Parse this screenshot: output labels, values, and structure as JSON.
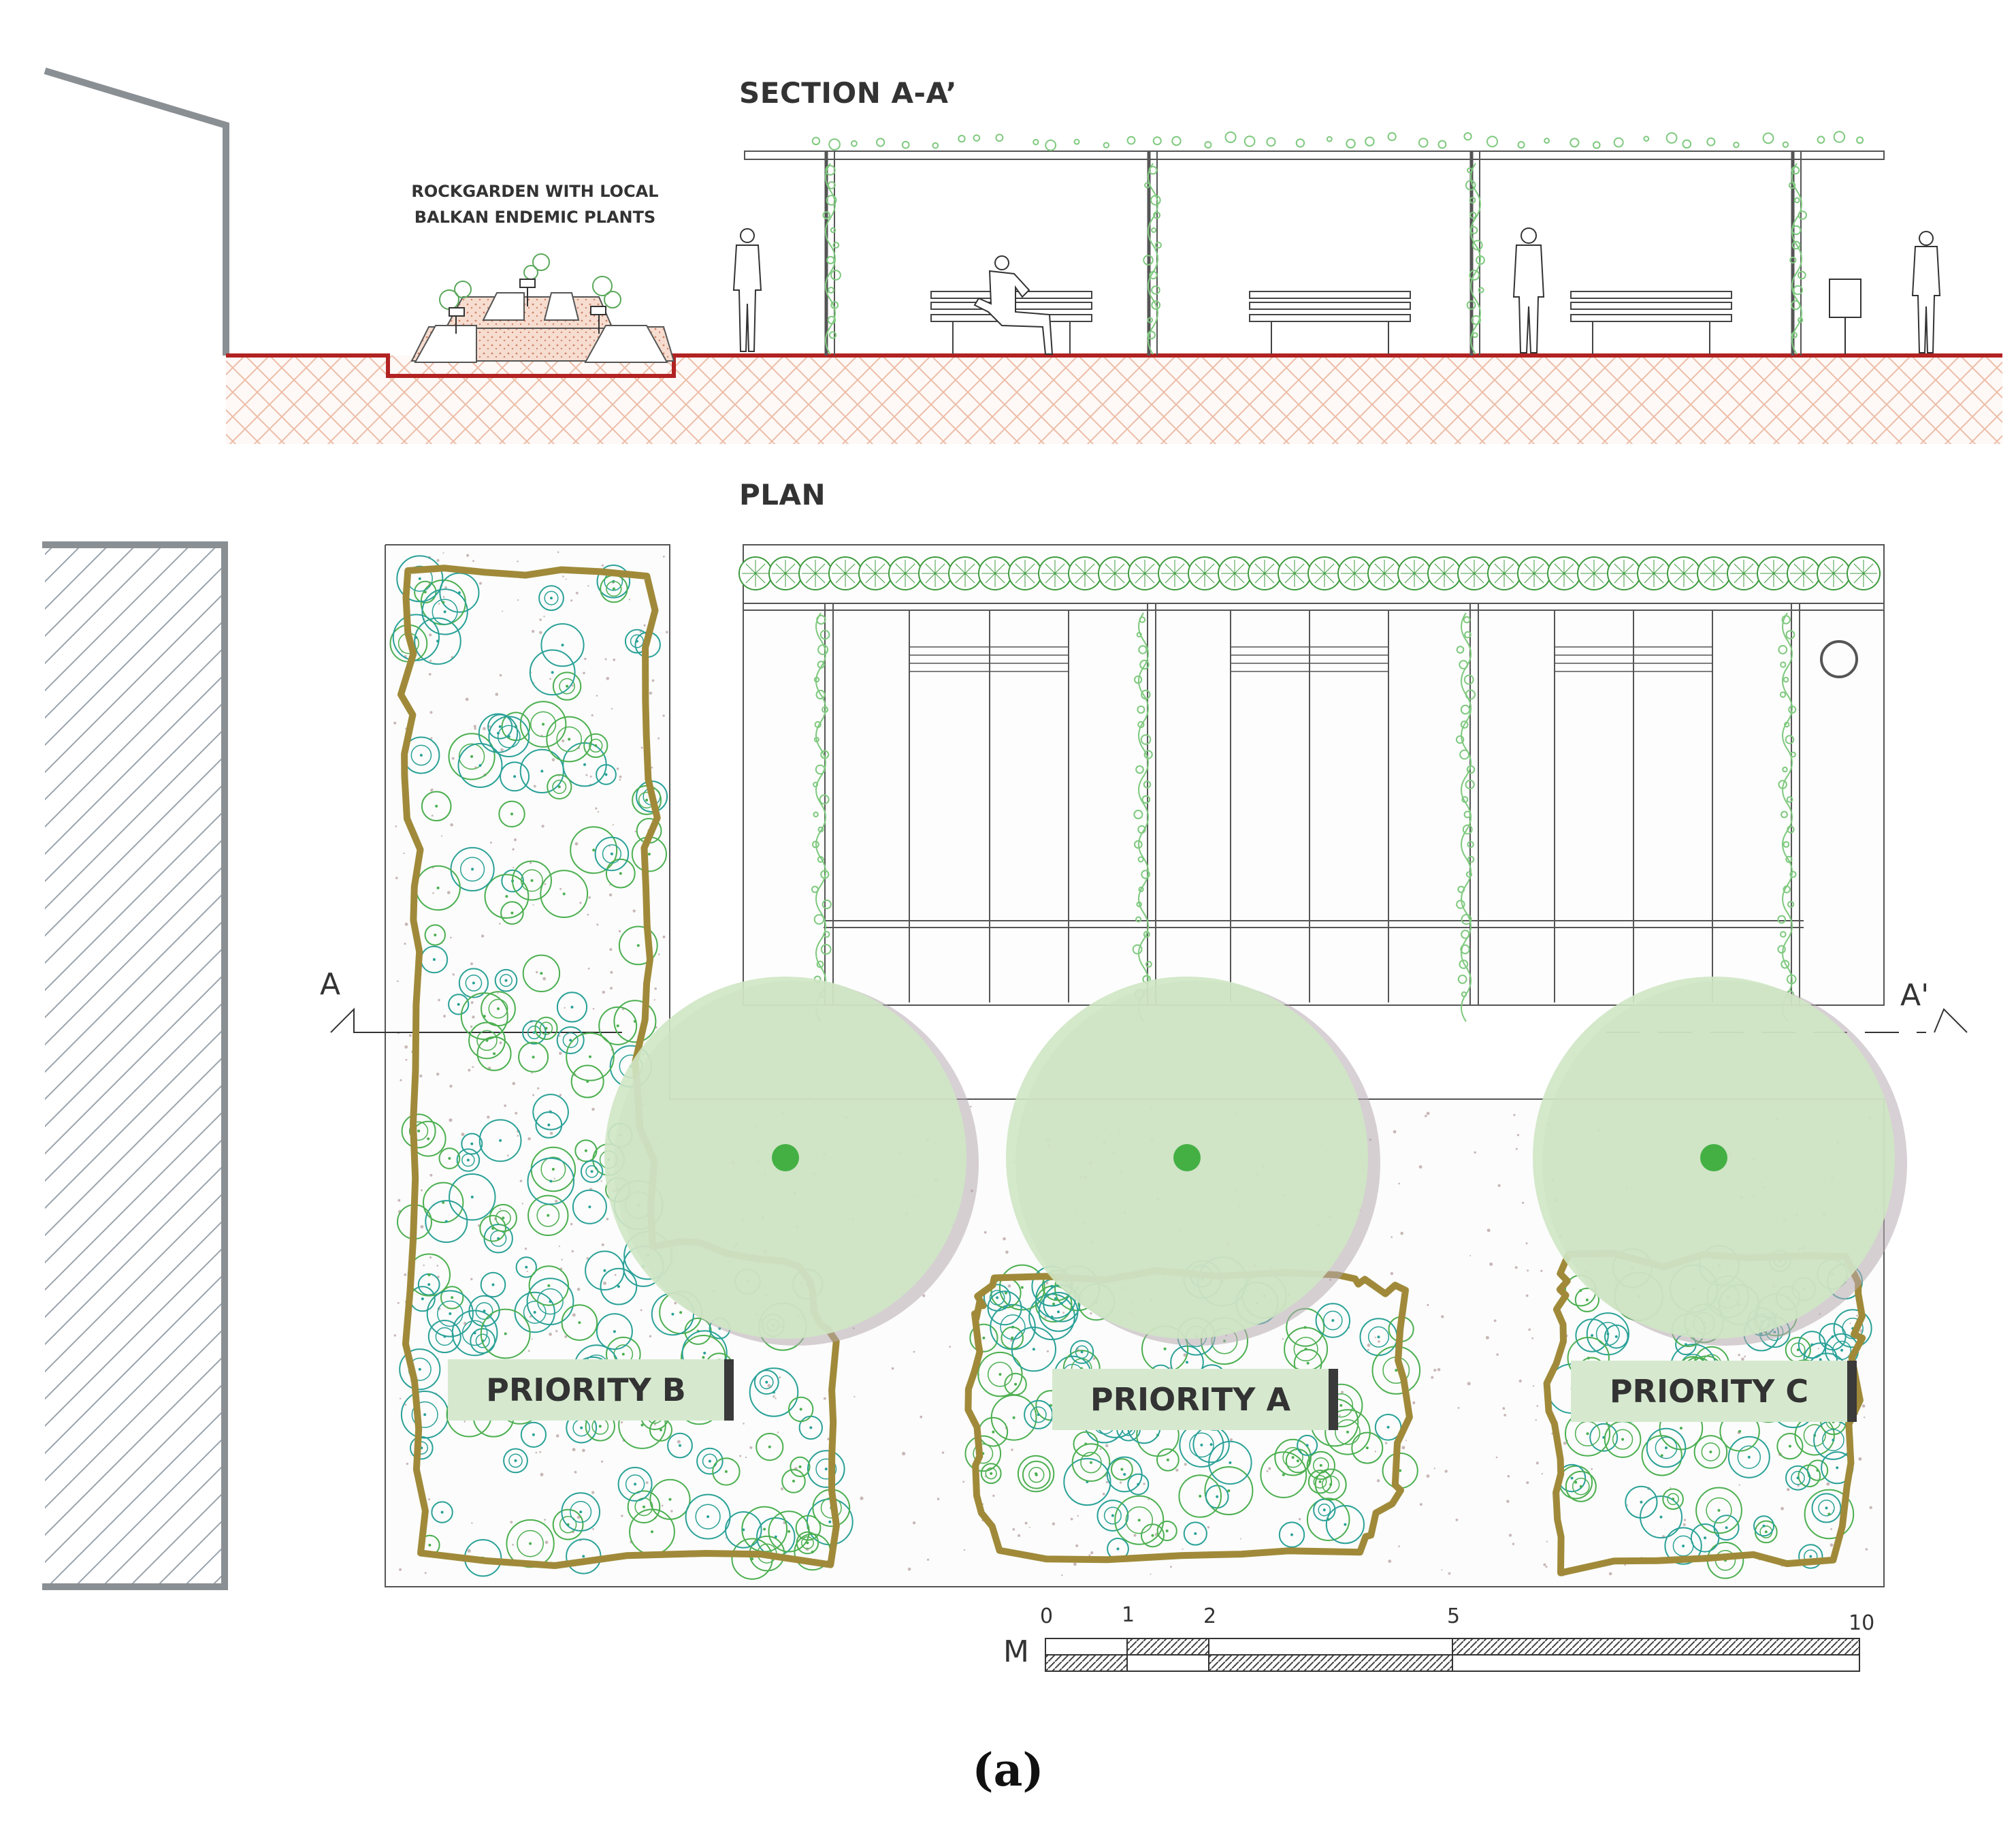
{
  "section": {
    "title": "SECTION A-A’"
  },
  "rockgarden": {
    "line1": "ROCKGARDEN WITH LOCAL",
    "line2": "BALKAN ENDEMIC PLANTS"
  },
  "plan": {
    "title": "PLAN"
  },
  "section_marks": {
    "left": "A",
    "right": "A'"
  },
  "priorities": {
    "a": "PRIORITY A",
    "b": "PRIORITY B",
    "c": "PRIORITY C"
  },
  "scale": {
    "unit": "M",
    "ticks": [
      "0",
      "1",
      "2",
      "5",
      "10"
    ]
  },
  "caption": "(a)",
  "colors": {
    "plant_green": "#4caf50",
    "plant_teal": "#2aa198",
    "tree_canopy": "#cfe5c4",
    "bed_border": "#a08a3a",
    "ground_line": "#b22222",
    "soil_hatch": "#e0a080",
    "priority_bg": "#d6e9cf"
  }
}
